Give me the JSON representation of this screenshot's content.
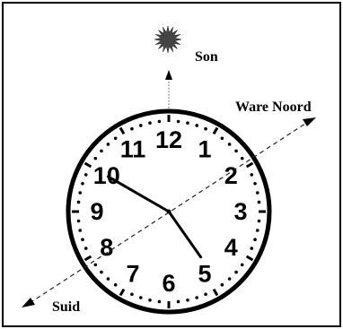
{
  "labels": {
    "sun": "Son",
    "true_north": "Ware Noord",
    "south": "Suid"
  },
  "clock": {
    "numbers": [
      "12",
      "1",
      "2",
      "3",
      "4",
      "5",
      "6",
      "7",
      "8",
      "9",
      "10",
      "11"
    ],
    "time": {
      "hour": 4,
      "minute": 50
    }
  },
  "icons": {
    "sun": "sun-icon"
  },
  "colors": {
    "ink": "#000000",
    "frame": "#000000",
    "background": "#ffffff"
  }
}
